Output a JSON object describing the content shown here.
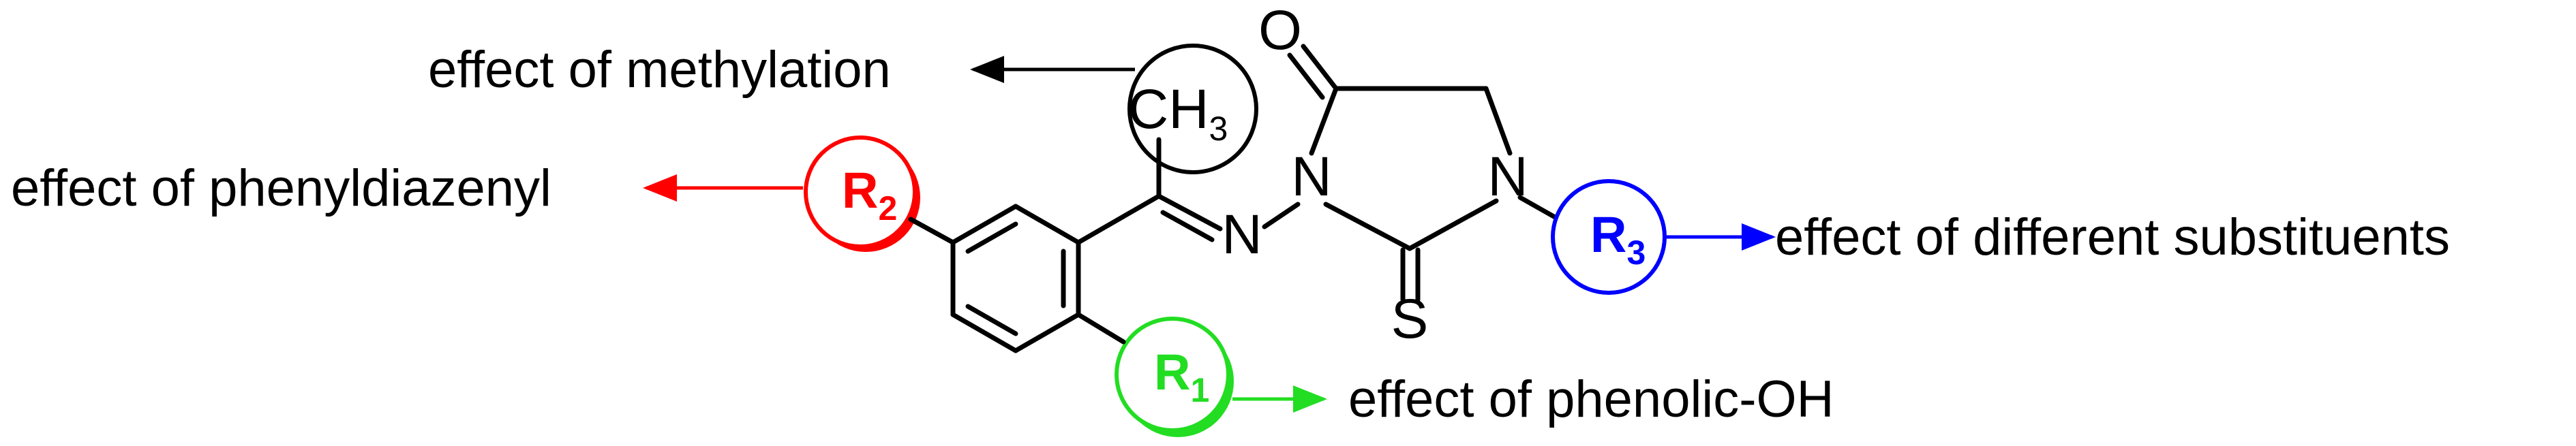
{
  "annotations": {
    "methylation": "effect of methylation",
    "phenyldiazenyl": "effect of phenyldiazenyl",
    "substituents": "effect of different substituents",
    "phenolic": "effect of phenolic-OH"
  },
  "atoms": {
    "oxygen": "O",
    "sulfur": "S",
    "n_imine": "N",
    "n_ring1": "N",
    "n_ring3": "N",
    "methyl_main": "CH",
    "methyl_sub": "3"
  },
  "groups": {
    "r1": {
      "main": "R",
      "sub": "1"
    },
    "r2": {
      "main": "R",
      "sub": "2"
    },
    "r3": {
      "main": "R",
      "sub": "3"
    }
  },
  "colors": {
    "r1": "#22dd22",
    "r2": "#ff0000",
    "r3": "#0000ff",
    "text": "#000000"
  }
}
